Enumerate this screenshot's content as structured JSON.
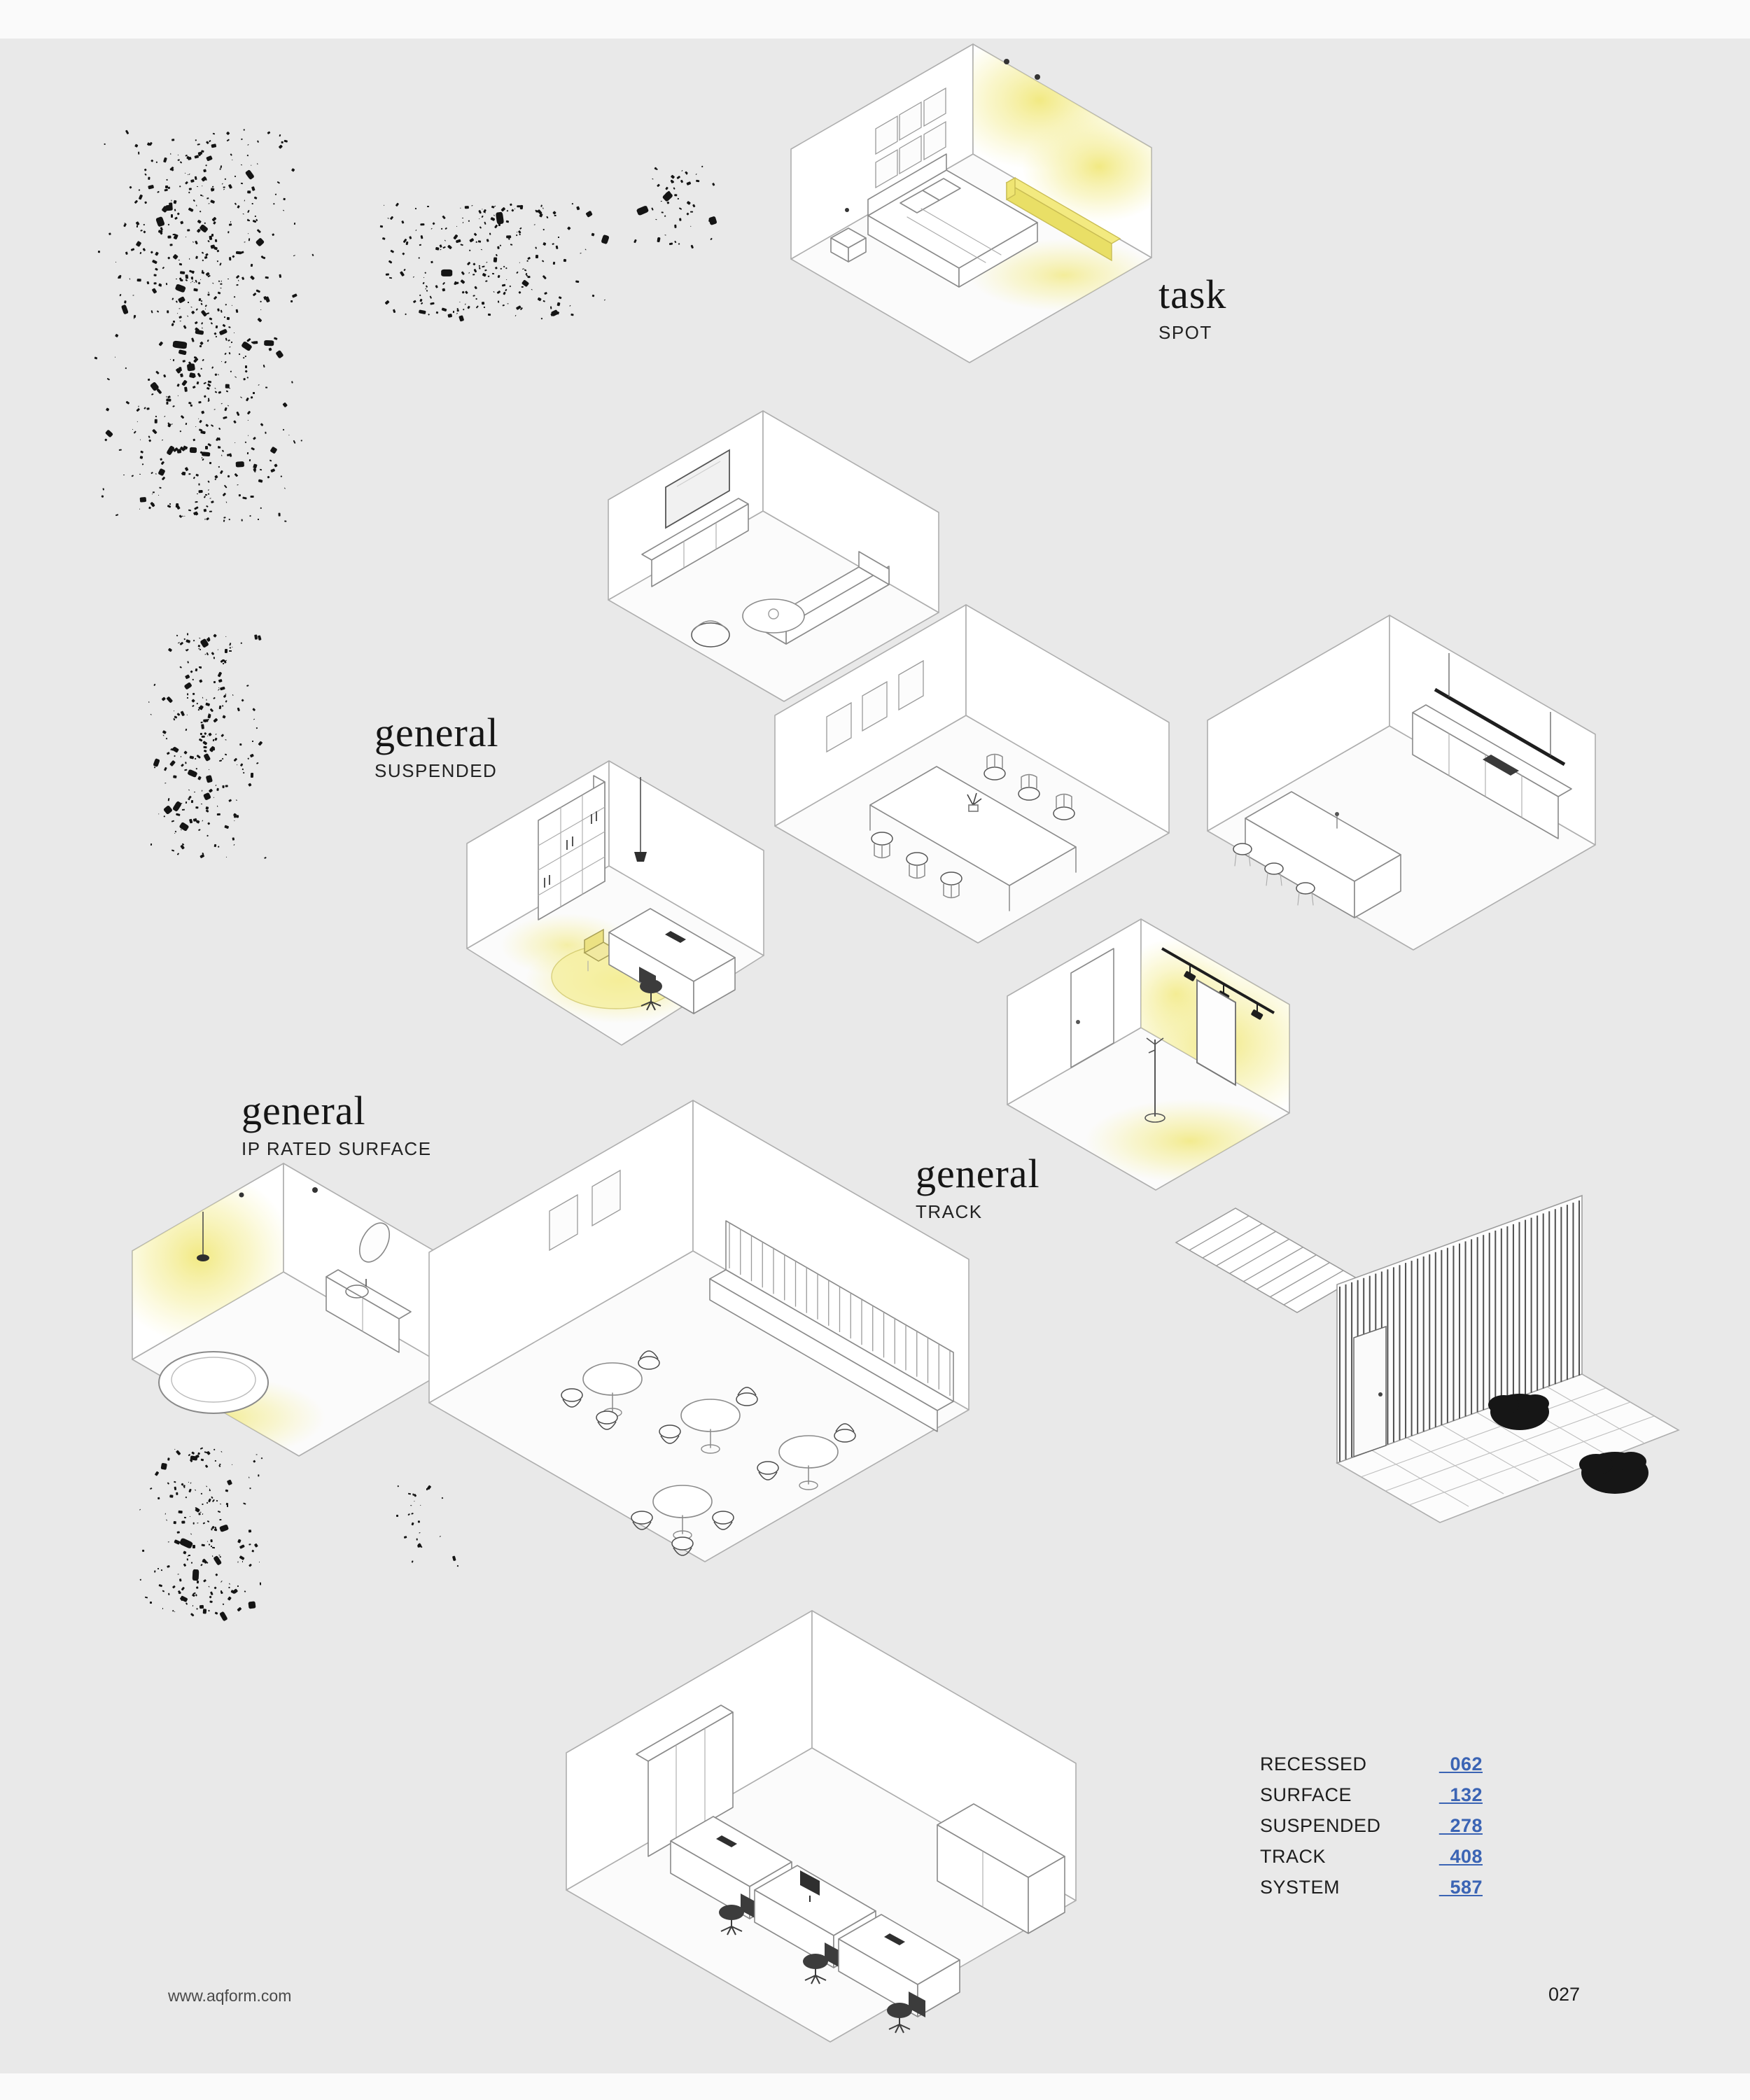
{
  "page": {
    "website": "www.aqform.com",
    "page_number": "027"
  },
  "colors": {
    "background": "#e9e9e9",
    "accent_blue": "#3b64b4",
    "highlight_yellow": "#f3ea80"
  },
  "category_labels": {
    "task_spot": {
      "title": "task",
      "subtitle": "SPOT"
    },
    "general_suspended": {
      "title": "general",
      "subtitle": "SUSPENDED"
    },
    "general_ip_rated_surface": {
      "title": "general",
      "subtitle": "IP RATED SURFACE"
    },
    "general_track": {
      "title": "general",
      "subtitle": "TRACK"
    }
  },
  "index": {
    "items": [
      {
        "label": "RECESSED",
        "page_ref": "_062"
      },
      {
        "label": "SURFACE",
        "page_ref": "_132"
      },
      {
        "label": "SUSPENDED",
        "page_ref": "_278"
      },
      {
        "label": "TRACK",
        "page_ref": "_408"
      },
      {
        "label": "SYSTEM",
        "page_ref": "_587"
      }
    ]
  },
  "illustrations": {
    "rooms": [
      "bedroom",
      "living-room",
      "dining-room",
      "kitchen",
      "home-office",
      "dressing-room-track",
      "bathroom",
      "cafe",
      "entrance-exterior",
      "open-plan-office"
    ],
    "textures": [
      "ink-speckles"
    ]
  }
}
